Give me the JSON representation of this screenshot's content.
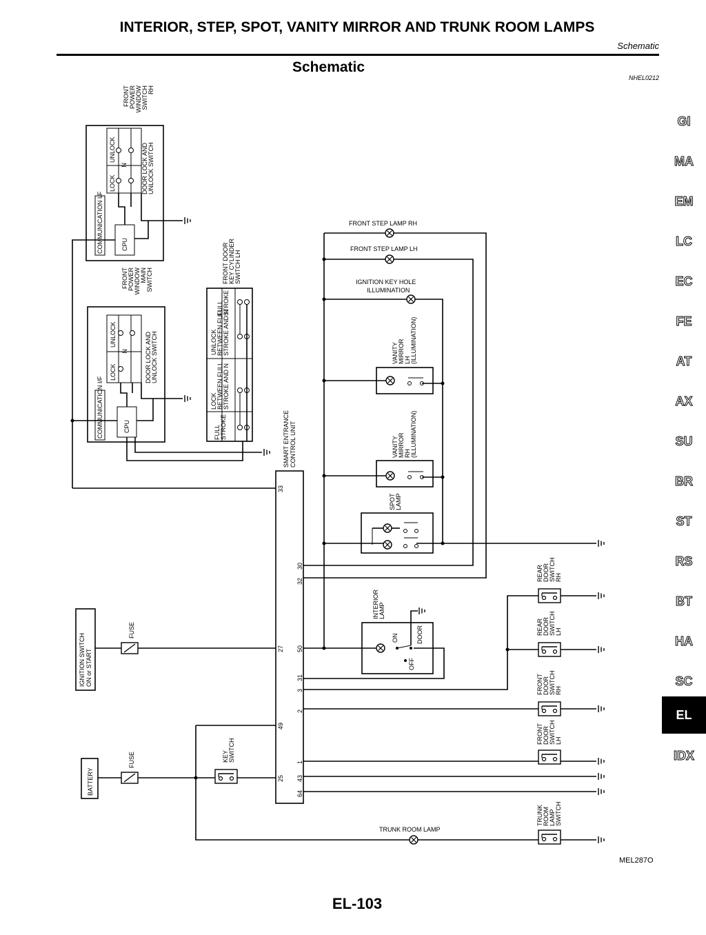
{
  "header": {
    "title": "INTERIOR, STEP, SPOT, VANITY MIRROR AND TRUNK ROOM LAMPS",
    "subtitle": "Schematic",
    "section_title": "Schematic",
    "section_code": "NHEL0212"
  },
  "footer": {
    "figure_code": "MEL287O",
    "page_number": "EL-103"
  },
  "tabs": [
    "GI",
    "MA",
    "EM",
    "LC",
    "EC",
    "FE",
    "AT",
    "AX",
    "SU",
    "BR",
    "ST",
    "RS",
    "BT",
    "HA",
    "SC",
    "EL",
    "IDX"
  ],
  "active_tab": "EL",
  "components": {
    "fpws_rh": [
      "FRONT",
      "POWER",
      "WINDOW",
      "SWITCH",
      "RH"
    ],
    "fpws_main": [
      "FRONT",
      "POWER",
      "WINDOW",
      "MAIN",
      "SWITCH"
    ],
    "door_lock_switch": [
      "DOOR LOCK AND",
      "UNLOCK SWITCH"
    ],
    "lock": "LOCK",
    "n": "N",
    "unlock": "UNLOCK",
    "comm_if": "COMMUNICATION I/F",
    "cpu": "CPU",
    "key_cyl": [
      "FRONT DOOR",
      "KEY CYLINDER",
      "SWITCH LH"
    ],
    "full_stroke": [
      "FULL",
      "STROKE"
    ],
    "between": [
      "BETWEEN FULL",
      "STROKE AND N"
    ],
    "smart_unit": [
      "SMART ENTRANCE",
      "CONTROL UNIT"
    ],
    "step_rh": "FRONT STEP LAMP RH",
    "step_lh": "FRONT STEP LAMP LH",
    "key_hole": [
      "IGNITION KEY HOLE",
      "ILLUMINATION"
    ],
    "vanity_lh": [
      "VANITY",
      "MIRROR",
      "LH",
      "(ILLUMINATION)"
    ],
    "vanity_rh": [
      "VANITY",
      "MIRROR",
      "RH",
      "(ILLUMINATION)"
    ],
    "spot": [
      "SPOT",
      "LAMP"
    ],
    "interior": [
      "INTERIOR",
      "LAMP"
    ],
    "on": "ON",
    "off": "OFF",
    "door": "DOOR",
    "ign_switch": [
      "IGNITION SWITCH",
      "ON or START"
    ],
    "battery": "BATTERY",
    "fuse": "FUSE",
    "key_switch": [
      "KEY",
      "SWITCH"
    ],
    "rear_rh": [
      "REAR",
      "DOOR",
      "SWITCH",
      "RH"
    ],
    "rear_lh": [
      "REAR",
      "DOOR",
      "SWITCH",
      "LH"
    ],
    "front_rh": [
      "FRONT",
      "DOOR",
      "SWITCH",
      "RH"
    ],
    "front_lh": [
      "FRONT",
      "DOOR",
      "SWITCH",
      "LH"
    ],
    "trunk_sw": [
      "TRUNK",
      "ROOM",
      "LAMP",
      "SWITCH"
    ],
    "trunk_lamp": "TRUNK ROOM LAMP"
  },
  "pins": {
    "p33": "33",
    "p30": "30",
    "p32": "32",
    "p27": "27",
    "p50": "50",
    "p3": "3",
    "p31": "31",
    "p2": "2",
    "p49": "49",
    "p1": "1",
    "p25": "25",
    "p43": "43",
    "p64": "64"
  }
}
